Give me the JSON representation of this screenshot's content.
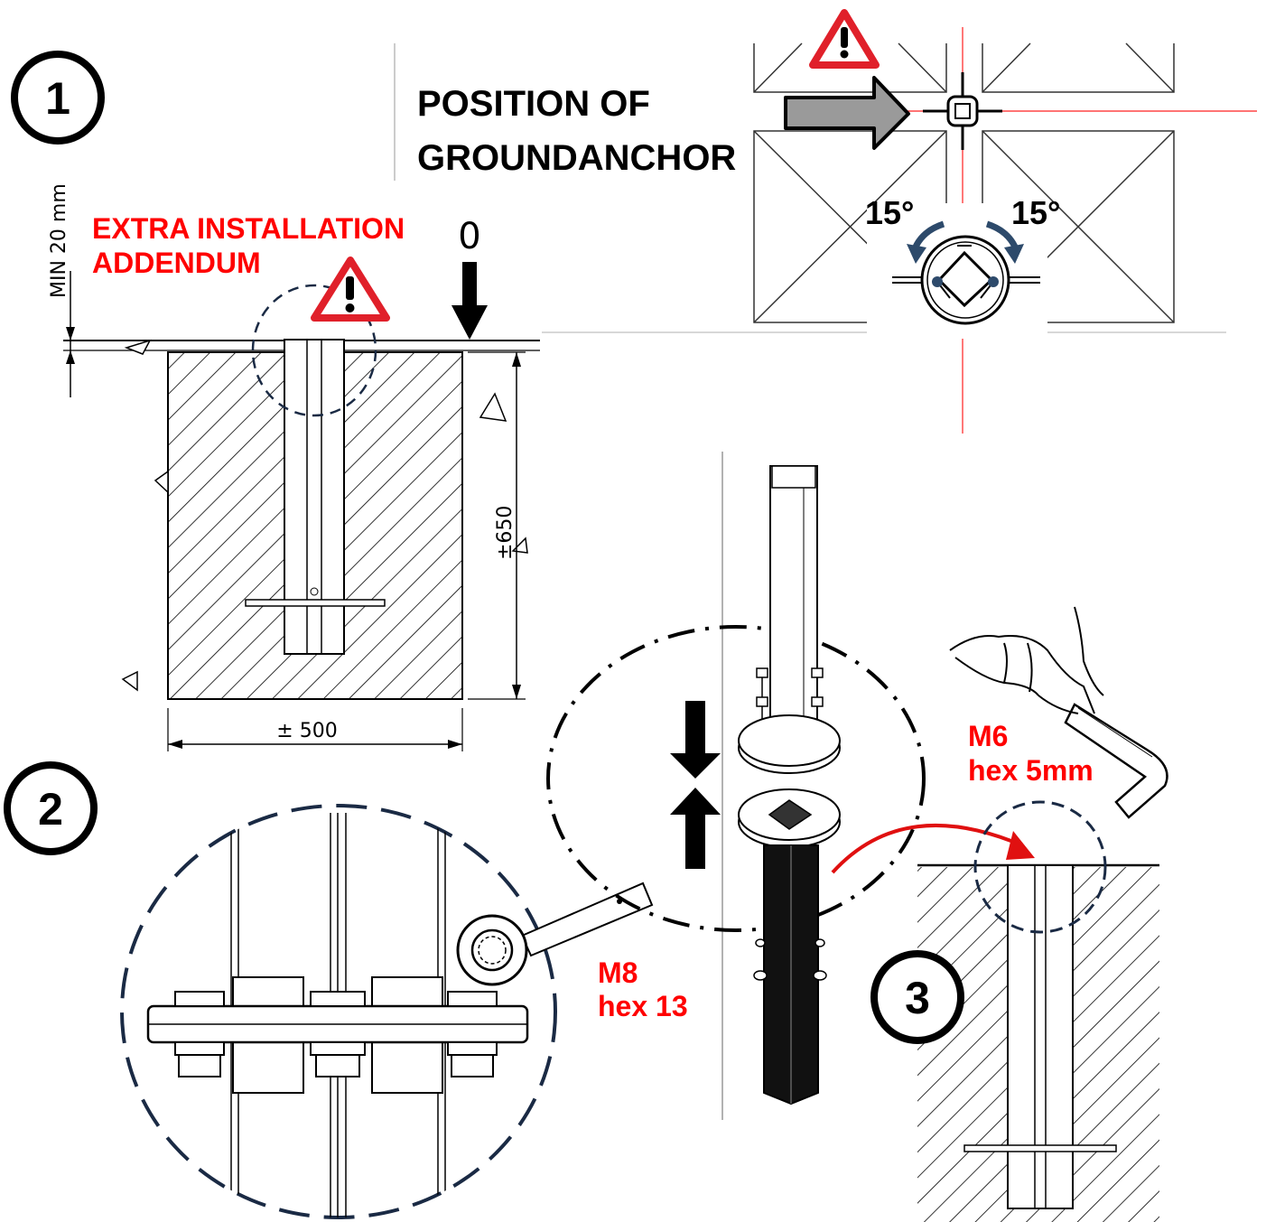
{
  "steps": {
    "one": "1",
    "two": "2",
    "three": "3"
  },
  "title": {
    "line1": "POSITION OF",
    "line2": "GROUNDANCHOR"
  },
  "addendum": {
    "line1": "EXTRA INSTALLATION",
    "line2": "ADDENDUM"
  },
  "dimensions": {
    "min_depth": "MIN 20 mm",
    "zero_level": "0",
    "depth": "±650",
    "width": "± 500"
  },
  "rotation": {
    "left": "15°",
    "right": "15°"
  },
  "bolts": {
    "m8": {
      "size": "M8",
      "tool": "hex 13"
    },
    "m6": {
      "size": "M6",
      "tool": "hex 5mm"
    }
  },
  "colors": {
    "accent": "#ff0000",
    "ink": "#000000",
    "arrow_gray": "#9a9a9a",
    "rotate_arrow": "#2d4a6b"
  },
  "icons": [
    "warning-triangle-icon",
    "direction-arrow-icon",
    "down-arrow-icon",
    "rotate-left-icon",
    "rotate-right-icon",
    "compress-arrows-icon",
    "ring-wrench-icon",
    "allen-key-icon",
    "curved-arrow-icon"
  ]
}
